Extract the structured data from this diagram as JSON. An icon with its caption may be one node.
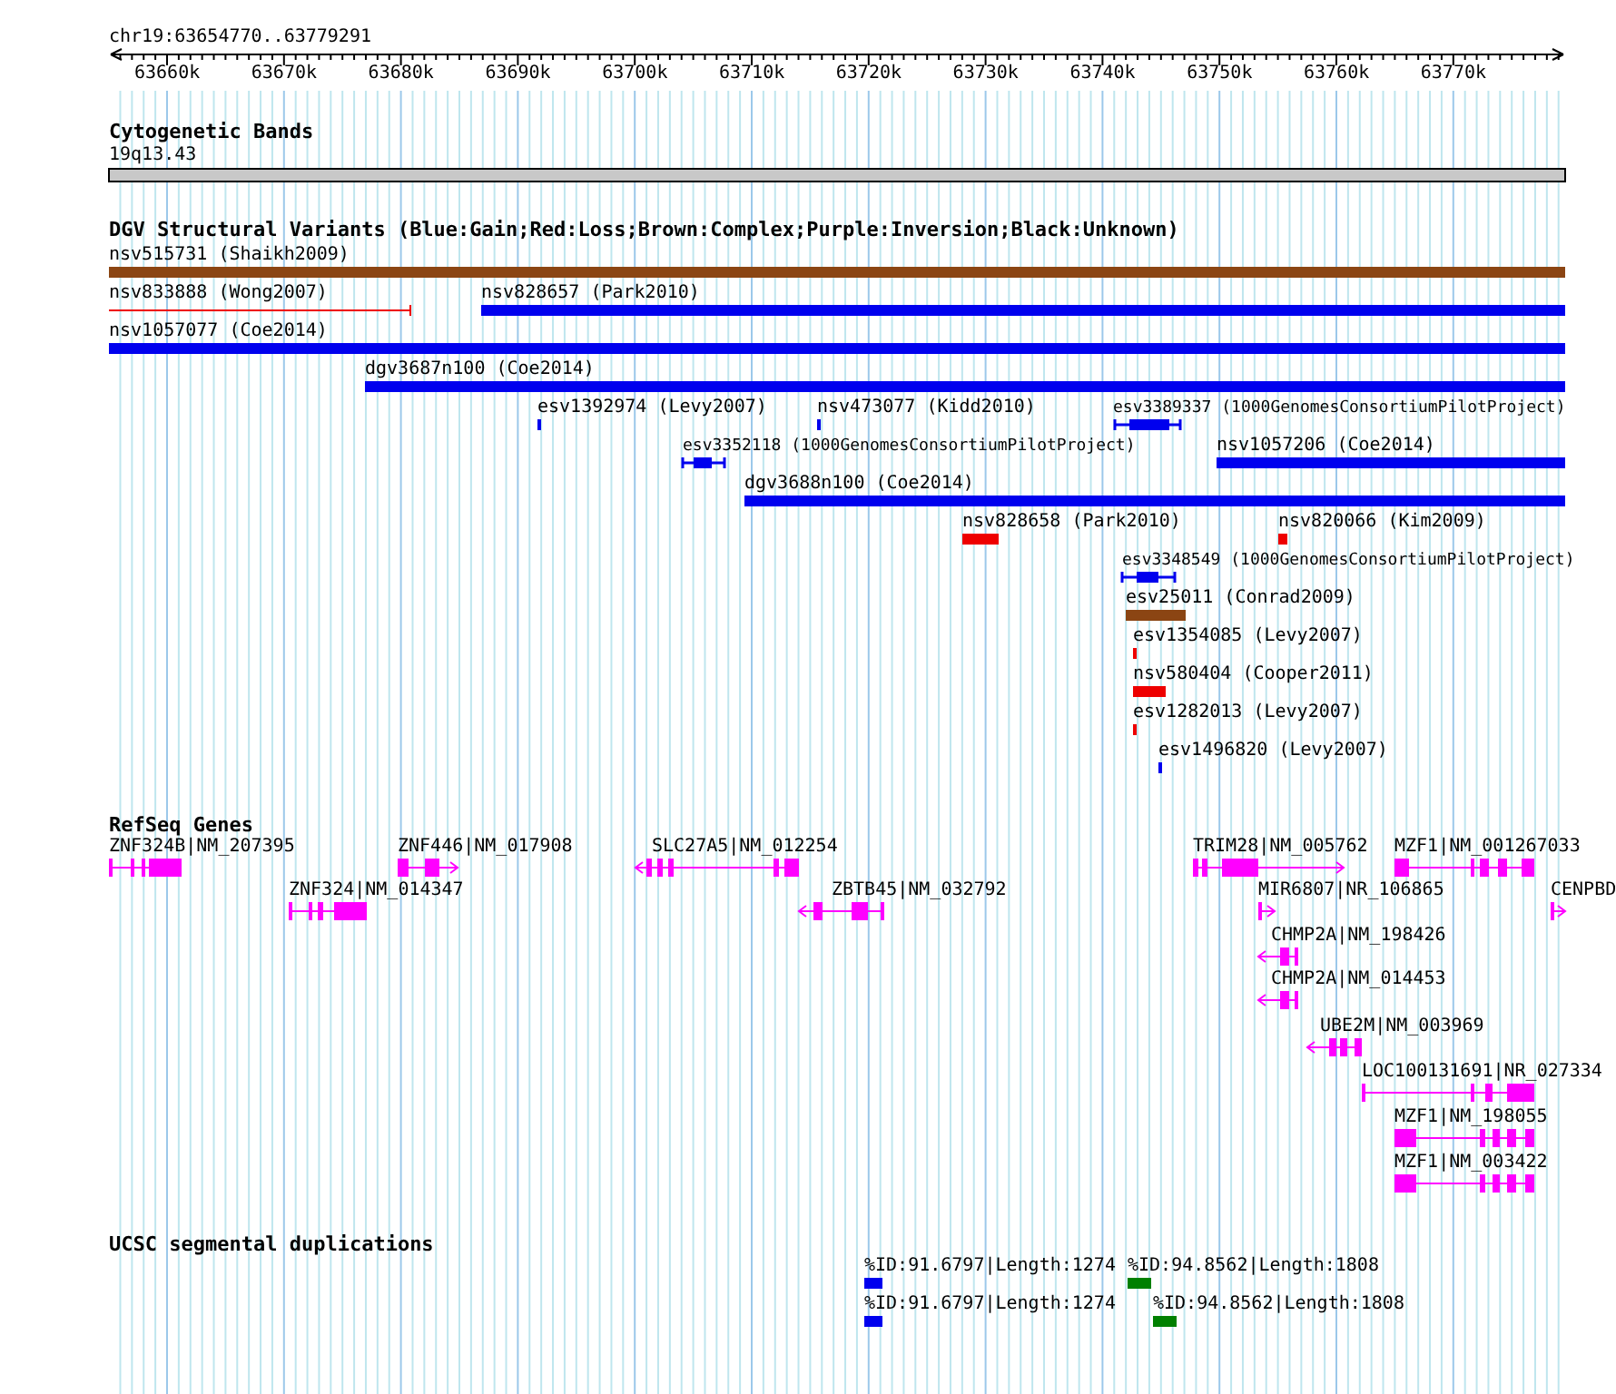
{
  "diagram": {
    "labels": [
      "chr19:63654770..63779291",
      "63660k",
      "63670k",
      "63680k",
      "63690k",
      "63700k",
      "63710k",
      "63720k",
      "63730k",
      "63740k",
      "63750k",
      "63760k",
      "63770k",
      "Cytogenetic Bands",
      "19q13.43",
      "DGV Structural Variants (Blue:Gain;Red:Loss;Brown:Complex;Purple:Inversion;Black:Unknown)",
      "nsv515731 (Shaikh2009)",
      "nsv833888 (Wong2007)",
      "nsv828657 (Park2010)",
      "nsv1057077 (Coe2014)",
      "dgv3687n100 (Coe2014)",
      "esv1392974 (Levy2007)",
      "nsv473077 (Kidd2010)",
      "esv3389337 (1000GenomesConsortiumPilotProject)",
      "esv3352118 (1000GenomesConsortiumPilotProject)",
      "nsv1057206 (Coe2014)",
      "dgv3688n100 (Coe2014)",
      "nsv828658 (Park2010)",
      "nsv820066 (Kim2009)",
      "esv3348549 (1000GenomesConsortiumPilotProject)",
      "esv25011 (Conrad2009)",
      "esv1354085 (Levy2007)",
      "nsv580404 (Cooper2011)",
      "esv1282013 (Levy2007)",
      "esv1496820 (Levy2007)",
      "RefSeq Genes",
      "ZNF324B|NM_207395",
      "ZNF446|NM_017908",
      "SLC27A5|NM_012254",
      "TRIM28|NM_005762",
      "MZF1|NM_001267033",
      "ZNF324|NM_014347",
      "ZBTB45|NM_032792",
      "MIR6807|NR_106865",
      "CENPBD",
      "CHMP2A|NM_198426",
      "CHMP2A|NM_014453",
      "UBE2M|NM_003969",
      "LOC100131691|NR_027334",
      "MZF1|NM_198055",
      "MZF1|NM_003422",
      "UCSC segmental duplications",
      "%ID:91.6797|Length:1274",
      "%ID:94.8562|Length:1808",
      "%ID:91.6797|Length:1274",
      "%ID:94.8562|Length:1808"
    ]
  }
}
